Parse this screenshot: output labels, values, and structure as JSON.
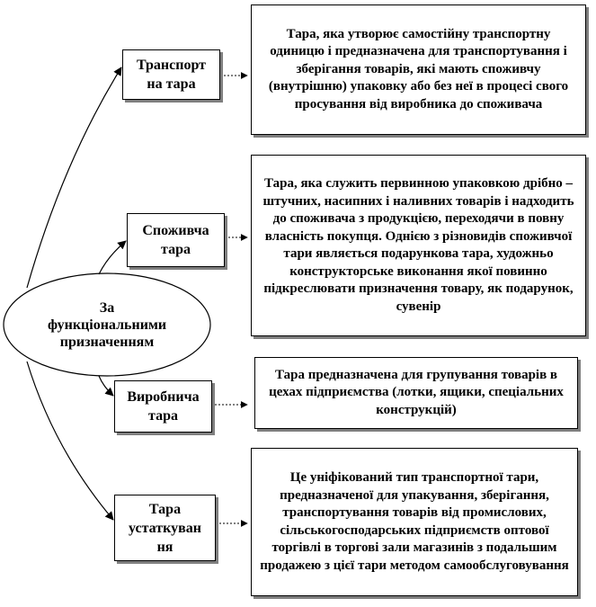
{
  "diagram": {
    "root": {
      "label": "За функціональними призначенням"
    },
    "branches": [
      {
        "category": "Транспорт на тара",
        "description": "Тара, яка утворює самостійну транспортну одиницю і предназначена для транспортування і зберігання товарів, які мають споживчу (внутрішню) упаковку або без неї в процесі свого просування від виробника до споживача"
      },
      {
        "category": "Споживча тара",
        "description": "Тара, яка служить первинною упаковкою дрібно – штучних, насипних і наливних товарів і надходить до споживача з продукцією, переходячи в повну власність покупця. Однією з різновидів споживчої тари являється подарункова тара, художньо конструкторське виконання якої повинно підкреслювати призначення товару, як подарунок, сувенір"
      },
      {
        "category": "Виробнича тара",
        "description": "Тара предназначена для групування товарів в цехах підприємства (лотки, ящики, спеціальних конструкцій)"
      },
      {
        "category": "Тара устаткуван ня",
        "description": "Це уніфікований тип транспортної тари, предназначеної для упакування, зберігання, транспортування товарів від промислових, сільськогосподарських підприємств оптової торгівлі в торгові зали магазинів з подальшим продажею з цієї тари методом самообслуговування"
      }
    ]
  }
}
